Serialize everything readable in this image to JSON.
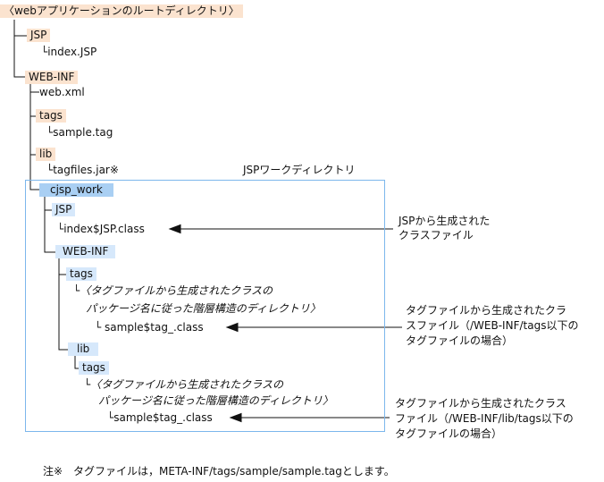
{
  "root_label": "〈webアプリケーションのルートディレクトリ〉",
  "nodes": {
    "jsp_root": "JSP",
    "index_jsp": "└index.JSP",
    "web_inf": "WEB-INF",
    "web_xml": "web.xml",
    "tags": "tags",
    "sample_tag": "└sample.tag",
    "lib": "lib",
    "tagfiles_jar": "└tagfiles.jar※",
    "cjsp_work": "cjsp_work",
    "work_jsp": "JSP",
    "index_class": "└index$JSP.class",
    "work_web_inf": "WEB-INF",
    "work_tags": "tags",
    "pkg_dir_1a": "└〈タグファイルから生成されたクラスの",
    "pkg_dir_1b": "パッケージ名に従った階層構造のディレクトリ〉",
    "sample_class_1": "└ sample$tag_.class",
    "work_lib": "lib",
    "work_lib_tags": "tags",
    "pkg_dir_2a": "└〈タグファイルから生成されたクラスの",
    "pkg_dir_2b": "パッケージ名に従った階層構造のディレクトリ〉",
    "sample_class_2": "└sample$tag_.class"
  },
  "labels": {
    "jsp_work_dir": "JSPワークディレクトリ",
    "from_jsp_1": "JSPから生成された",
    "from_jsp_2": "クラスファイル",
    "from_tags_1": "タグファイルから生成されたクラ",
    "from_tags_2": "スファイル（/WEB-INF/tags以下の",
    "from_tags_3": "タグファイルの場合）",
    "from_lib_1": "タグファイルから生成されたクラス",
    "from_lib_2": "ファイル（/WEB-INF/lib/tags以下の",
    "from_lib_3": "タグファイルの場合）"
  },
  "footnote": "注※　タグファイルは，META-INF/tags/sample/sample.tagとします。"
}
